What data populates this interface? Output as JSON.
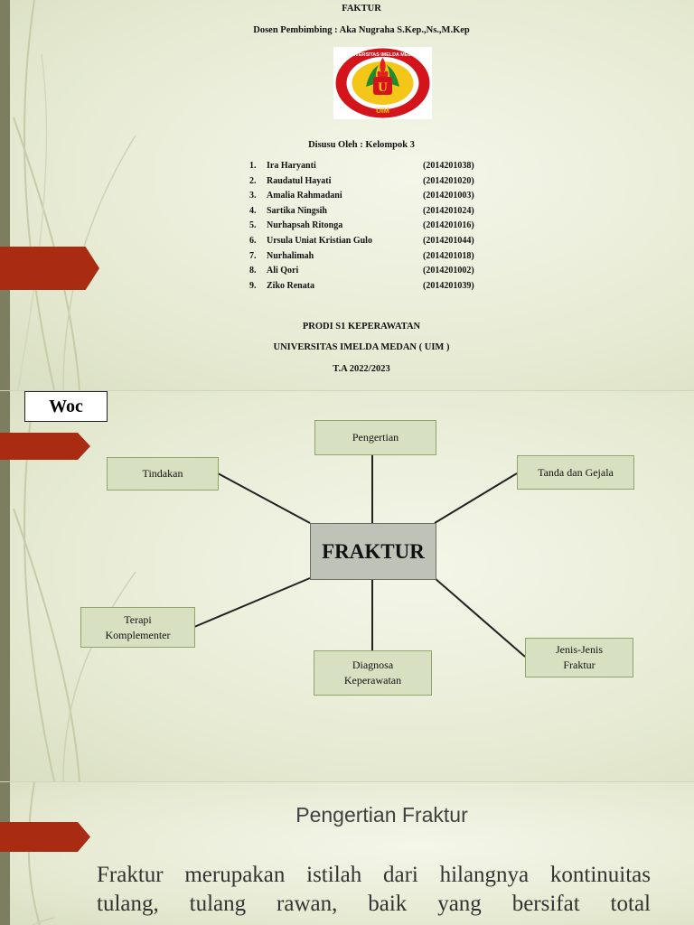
{
  "cover": {
    "title": "FAKTUR",
    "supervisor": "Dosen Pembimbing : Aka Nugraha S.Kep.,Ns.,M.Kep",
    "logo": {
      "top_text": "UNIVERSITAS IMELDA MEDAN",
      "bottom_text": "UIM",
      "colors": {
        "red": "#d4141b",
        "yellow": "#f4c618",
        "green": "#1f8a2e"
      }
    },
    "group_label": "Disusu Oleh : Kelompok 3",
    "members": [
      {
        "no": "1.",
        "name": "Ira Haryanti",
        "nim": "(2014201038)"
      },
      {
        "no": "2.",
        "name": "Raudatul Hayati",
        "nim": "(2014201020)"
      },
      {
        "no": "3.",
        "name": "Amalia Rahmadani",
        "nim": "(2014201003)"
      },
      {
        "no": "4.",
        "name": "Sartika Ningsih",
        "nim": "(2014201024)"
      },
      {
        "no": "5.",
        "name": "Nurhapsah  Ritonga",
        "nim": "(2014201016)"
      },
      {
        "no": "6.",
        "name": "Ursula  Uniat Kristian Gulo",
        "nim": " (2014201044)"
      },
      {
        "no": "7.",
        "name": "Nurhalimah",
        "nim": "(2014201018)"
      },
      {
        "no": "8.",
        "name": "Ali Qori",
        "nim": "(2014201002)"
      },
      {
        "no": "9.",
        "name": "Ziko Renata",
        "nim": "(2014201039)"
      }
    ],
    "prodi": "PRODI S1 KEPERAWATAN",
    "university": "UNIVERSITAS IMELDA MEDAN ( UIM )",
    "year": "T.A 2022/2023"
  },
  "woc": {
    "label": "Woc",
    "center": "FRAKTUR",
    "nodes": {
      "pengertian": "Pengertian",
      "tindakan": "Tindakan",
      "tanda": "Tanda dan Gejala",
      "terapi": "Terapi\nKomplementer",
      "diagnosa": "Diagnosa\nKeperawatan",
      "jenis": "Jenis-Jenis\nFraktur"
    }
  },
  "definition": {
    "title": "Pengertian Fraktur",
    "line1": "Fraktur merupakan istilah dari hilangnya kontinuitas",
    "line2": "tulang, tulang rawan, baik yang bersifat total"
  },
  "theme": {
    "accent": "#a92b12",
    "node_fill": "#d8e0c2",
    "node_border": "#8da66b",
    "center_fill": "#bfc2b6"
  }
}
